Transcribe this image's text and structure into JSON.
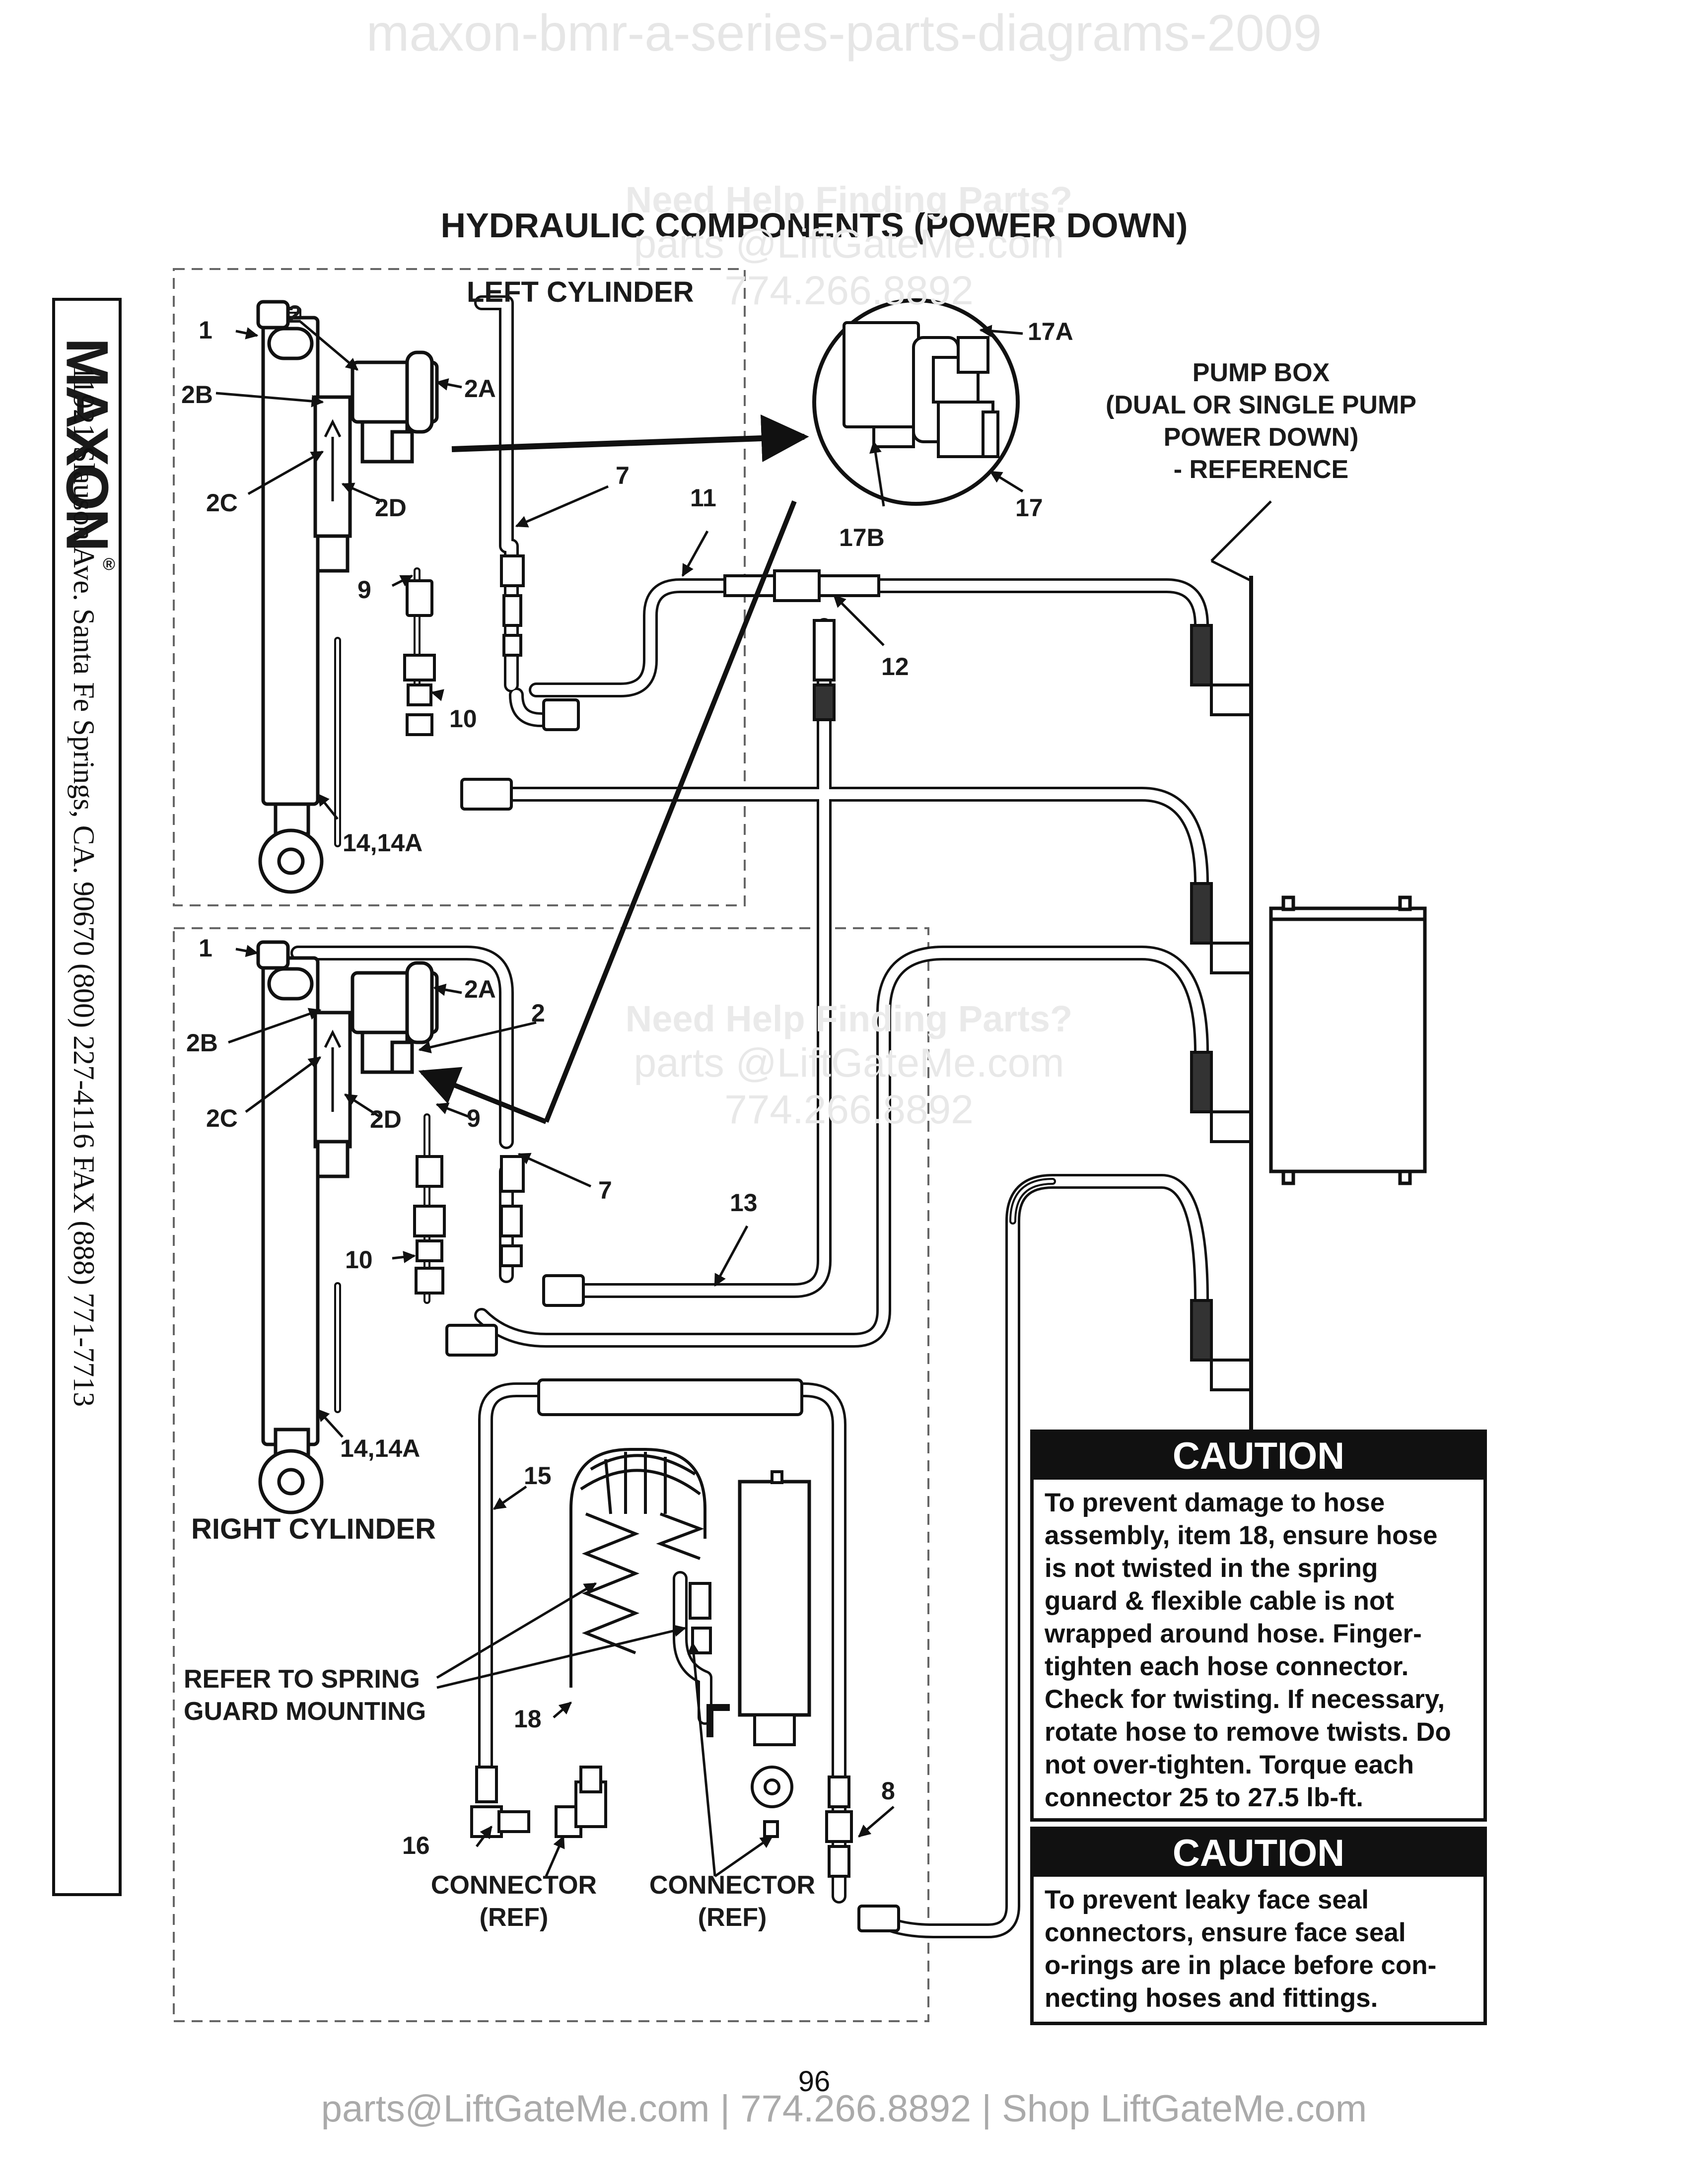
{
  "header_watermark": "maxon-bmr-a-series-parts-diagrams-2009",
  "title": "HYDRAULIC COMPONENTS (POWER DOWN)",
  "help_watermark": {
    "line1": "Need Help Finding Parts?",
    "line2": "parts @LiftGateMe.com",
    "line3": "774.266.8892"
  },
  "side_banner": {
    "logo": "MAXON",
    "registered": "®",
    "address": "11921 Slauson Ave.  Santa Fe Springs, CA.  90670  (800) 227-4116  FAX (888) 771-7713"
  },
  "labels": {
    "left_cylinder": "LEFT CYLINDER",
    "right_cylinder": "RIGHT CYLINDER",
    "pump_box": [
      "PUMP BOX",
      "(DUAL OR SINGLE PUMP",
      "POWER DOWN)",
      "- REFERENCE"
    ],
    "spring_guard": [
      "REFER TO SPRING",
      "GUARD MOUNTING"
    ],
    "connector_left": [
      "CONNECTOR",
      "(REF)"
    ],
    "connector_right": [
      "CONNECTOR",
      "(REF)"
    ]
  },
  "callouts": {
    "l_1": "1",
    "l_2": "2",
    "l_2a": "2A",
    "l_2b": "2B",
    "l_2c": "2C",
    "l_2d": "2D",
    "l_7": "7",
    "l_9": "9",
    "l_10": "10",
    "l_11": "11",
    "l_12": "12",
    "l_14": "14,14A",
    "d_17a": "17A",
    "d_17b": "17B",
    "d_17": "17",
    "r_1": "1",
    "r_2": "2",
    "r_2a": "2A",
    "r_2b": "2B",
    "r_2c": "2C",
    "r_2d": "2D",
    "r_7": "7",
    "r_9": "9",
    "r_10": "10",
    "r_13": "13",
    "r_14": "14,14A",
    "c_15": "15",
    "c_18": "18",
    "c_16": "16",
    "c_8": "8"
  },
  "caution1": {
    "heading": "CAUTION",
    "lines": [
      "To prevent damage to hose",
      "assembly, item 18, ensure hose",
      "is not twisted in the spring",
      "guard & flexible cable is not",
      "wrapped around hose. Finger-",
      "tighten each hose connector.",
      "Check for twisting. If necessary,",
      "rotate hose to remove twists. Do",
      "not over-tighten. Torque each",
      "connector 25 to 27.5 lb-ft."
    ]
  },
  "caution2": {
    "heading": "CAUTION",
    "lines": [
      "To prevent leaky face seal",
      "connectors, ensure face seal",
      "o-rings are in place before con-",
      "necting hoses and fittings."
    ]
  },
  "page_number": "96",
  "footer": "parts@LiftGateMe.com | 774.266.8892 | Shop LiftGateMe.com"
}
